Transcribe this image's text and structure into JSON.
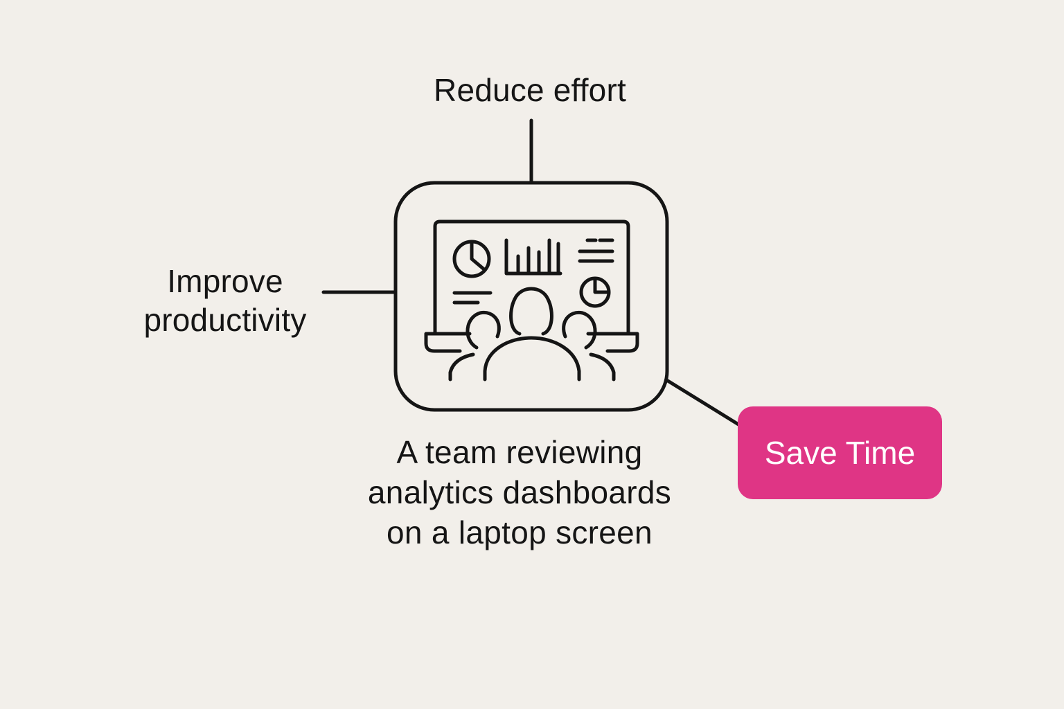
{
  "diagram": {
    "labels": {
      "top": "Reduce effort",
      "left": "Improve productivity",
      "right": "Save Time"
    },
    "caption": {
      "line_1": "A team reviewing",
      "line_2": "analytics dashboards",
      "line_3": "on a laptop screen"
    },
    "central_icon": "team-laptop-analytics-icon",
    "colors": {
      "background": "#f2efea",
      "line": "#151515",
      "accent": "#df3585",
      "accent_text": "#ffffff"
    }
  }
}
